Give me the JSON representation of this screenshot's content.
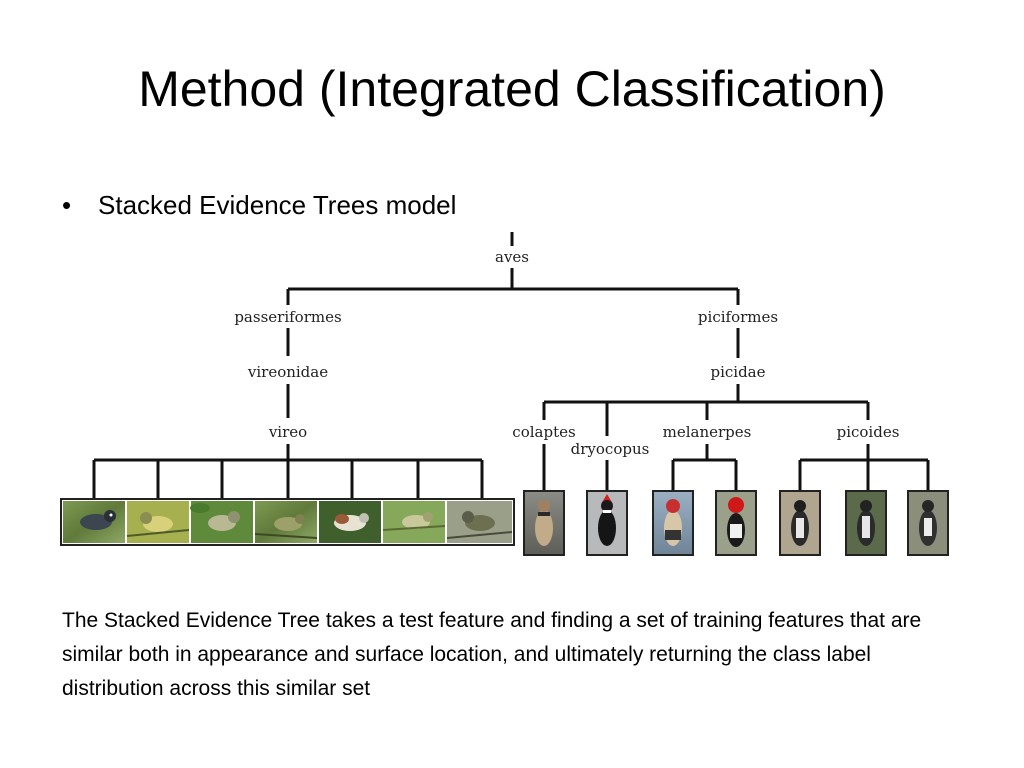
{
  "slide": {
    "title": "Method (Integrated Classification)",
    "bullet": "Stacked Evidence Trees model",
    "caption": "The Stacked Evidence Tree takes a test feature and finding a set of training features that are similar both in appearance and surface location, and ultimately returning the class label distribution across this similar set"
  },
  "tree": {
    "nodes": {
      "aves": "aves",
      "passeriformes": "passeriformes",
      "piciformes": "piciformes",
      "vireonidae": "vireonidae",
      "picidae": "picidae",
      "vireo": "vireo",
      "colaptes": "colaptes",
      "dryocopus": "dryocopus",
      "melanerpes": "melanerpes",
      "picoides": "picoides"
    },
    "vireo_photo_count": 7,
    "woodpecker_photo_count": 7
  }
}
